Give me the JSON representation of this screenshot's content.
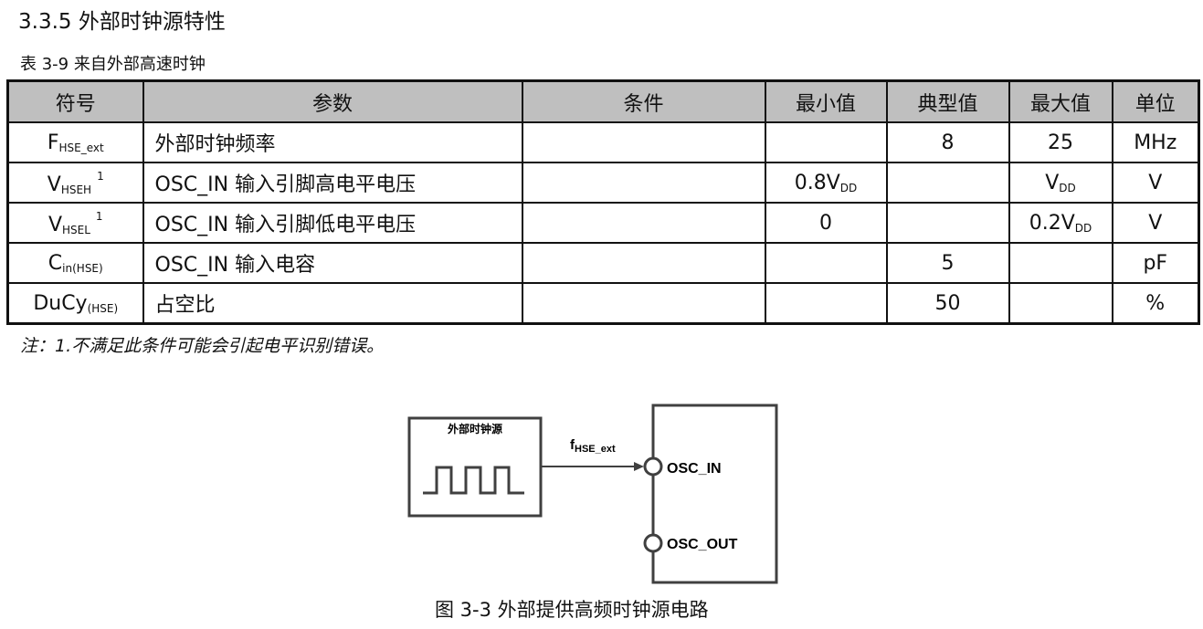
{
  "section_title": "3.3.5 外部时钟源特性",
  "table_caption": "表 3-9 来自外部高速时钟",
  "headers": [
    "符号",
    "参数",
    "条件",
    "最小值",
    "典型值",
    "最大值",
    "单位"
  ],
  "rows": [
    {
      "sym": "F",
      "sub": "HSE_ext",
      "sup": "",
      "param": "外部时钟频率",
      "cond": "",
      "min": "",
      "min_sub": "",
      "typ": "8",
      "max": "25",
      "max_sub": "",
      "unit": "MHz"
    },
    {
      "sym": "V",
      "sub": "HSEH",
      "sup": "1",
      "param": "OSC_IN 输入引脚高电平电压",
      "cond": "",
      "min": "0.8V",
      "min_sub": "DD",
      "typ": "",
      "max": "V",
      "max_sub": "DD",
      "unit": "V"
    },
    {
      "sym": "V",
      "sub": "HSEL",
      "sup": "1",
      "param": "OSC_IN 输入引脚低电平电压",
      "cond": "",
      "min": "0",
      "min_sub": "",
      "typ": "",
      "max": "0.2V",
      "max_sub": "DD",
      "unit": "V"
    },
    {
      "sym": "C",
      "sub": "in(HSE)",
      "sup": "",
      "param": "OSC_IN 输入电容",
      "cond": "",
      "min": "",
      "min_sub": "",
      "typ": "5",
      "max": "",
      "max_sub": "",
      "unit": "pF"
    },
    {
      "sym": "DuCy",
      "sub": "(HSE)",
      "sup": "",
      "param": "占空比",
      "cond": "",
      "min": "",
      "min_sub": "",
      "typ": "50",
      "max": "",
      "max_sub": "",
      "unit": "%"
    }
  ],
  "note": "注：1.不满足此条件可能会引起电平识别错误。",
  "diagram": {
    "source_label": "外部时钟源",
    "signal": "f",
    "signal_sub": "HSE_ext",
    "pin_in": "OSC_IN",
    "pin_out": "OSC_OUT"
  },
  "figure_caption": "图 3-3 外部提供高频时钟源电路"
}
